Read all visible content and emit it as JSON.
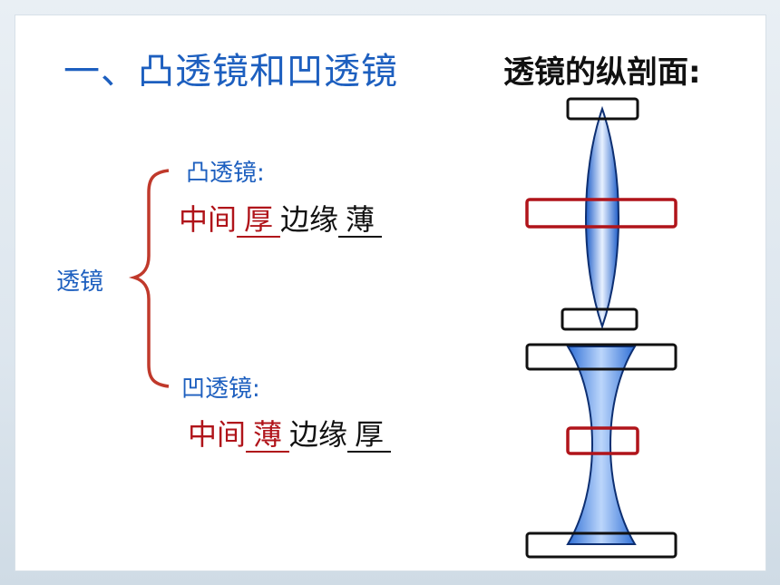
{
  "title": "一、凸透镜和凹透镜",
  "section_heading": "透镜的纵剖面:",
  "lens_word": "透镜",
  "convex": {
    "label": "凸透镜:",
    "middle_prefix": "中间",
    "middle_fill": "厚",
    "edge_prefix": "边缘",
    "edge_fill": "薄"
  },
  "concave": {
    "label": "凹透镜:",
    "middle_prefix": "中间",
    "middle_fill": "薄",
    "edge_prefix": "边缘",
    "edge_fill": "厚"
  },
  "colors": {
    "accent_blue": "#1d5fbf",
    "highlight_red": "#b0141a",
    "lens_blue": "#2f6fd6"
  }
}
